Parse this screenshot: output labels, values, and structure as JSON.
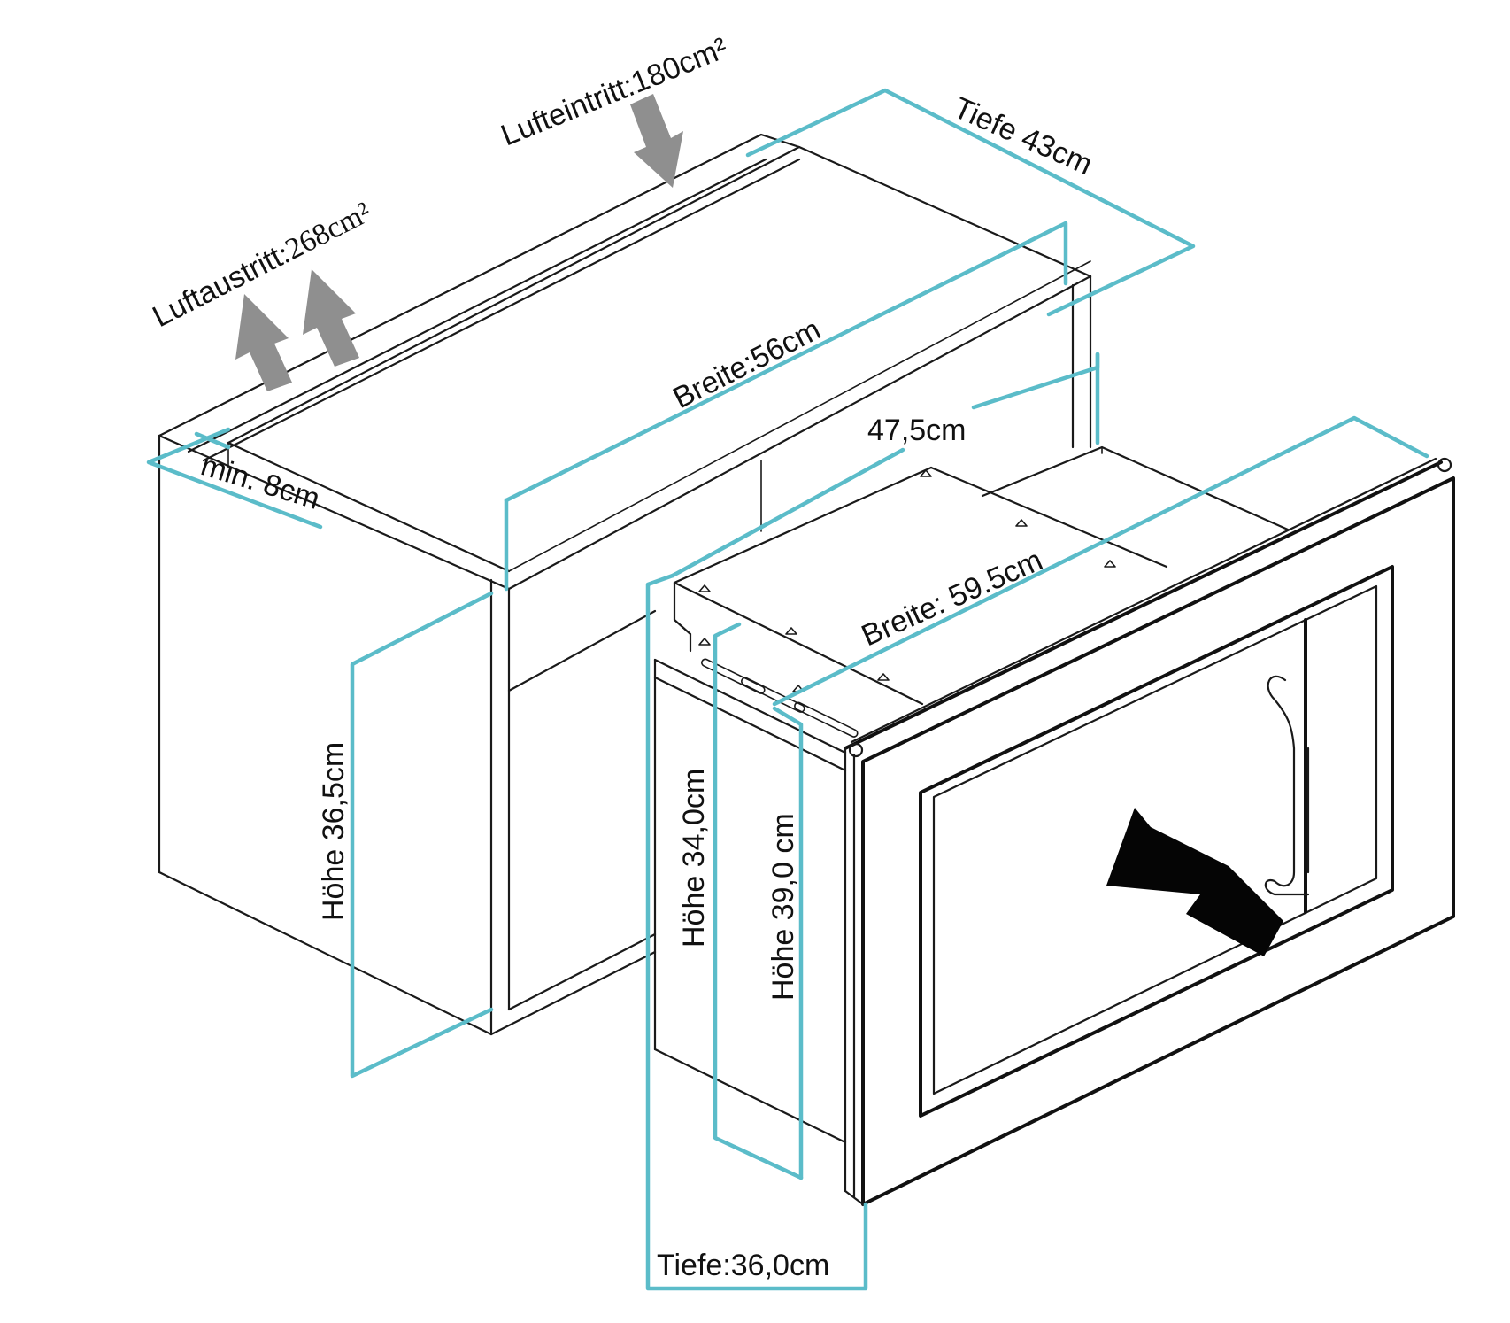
{
  "diagram": {
    "type": "built-in microwave installation dimensions",
    "colors": {
      "line": "#1a1a1a",
      "dimension_line": "#5bbcc9",
      "airflow_arrow": "#8f8f8f",
      "insert_arrow": "#050505"
    },
    "labels": {
      "air_inlet": "Lufteintritt:180cm²",
      "air_outlet_name": "Luftaustritt",
      "air_outlet_value": ":268cm²",
      "cabinet_depth": "Tiefe 43cm",
      "cabinet_width": "Breite:56cm",
      "gap_min": "min. 8cm",
      "inner_depth": "47,5cm",
      "cabinet_height": "Höhe 36,5cm",
      "appliance_width": "Breite: 59.5cm",
      "appliance_body_height": "Höhe 34,0cm",
      "appliance_front_height": "Höhe 39,0 cm",
      "appliance_depth": "Tiefe:36,0cm"
    },
    "icons": {
      "air_inlet_arrow": "arrow-down-icon",
      "air_outlet_arrows": "arrow-up-icon",
      "insert_direction": "arrow-insert-icon"
    }
  }
}
